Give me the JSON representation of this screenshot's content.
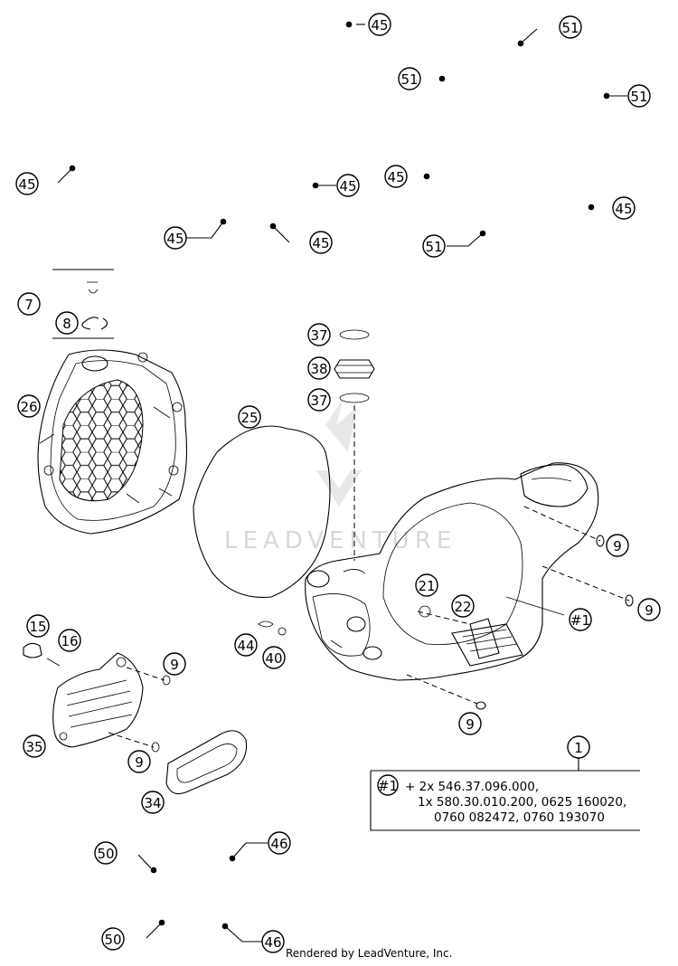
{
  "callouts": [
    "45",
    "51",
    "51",
    "51",
    "45",
    "45",
    "45",
    "45",
    "45",
    "51",
    "45",
    "7",
    "8",
    "26",
    "25",
    "37",
    "38",
    "37",
    "9",
    "9",
    "21",
    "22",
    "#1",
    "15",
    "16",
    "9",
    "44",
    "40",
    "35",
    "9",
    "9",
    "34",
    "1",
    "50",
    "46",
    "50",
    "46"
  ],
  "note": {
    "badge": "#1",
    "lines": [
      "+ 2x 546.37.096.000,",
      "1x 580.30.010.200, 0625 160020,",
      "0760 082472, 0760 193070"
    ]
  },
  "watermark": "LEADVENTURE",
  "footer": "Rendered by LeadVenture, Inc."
}
